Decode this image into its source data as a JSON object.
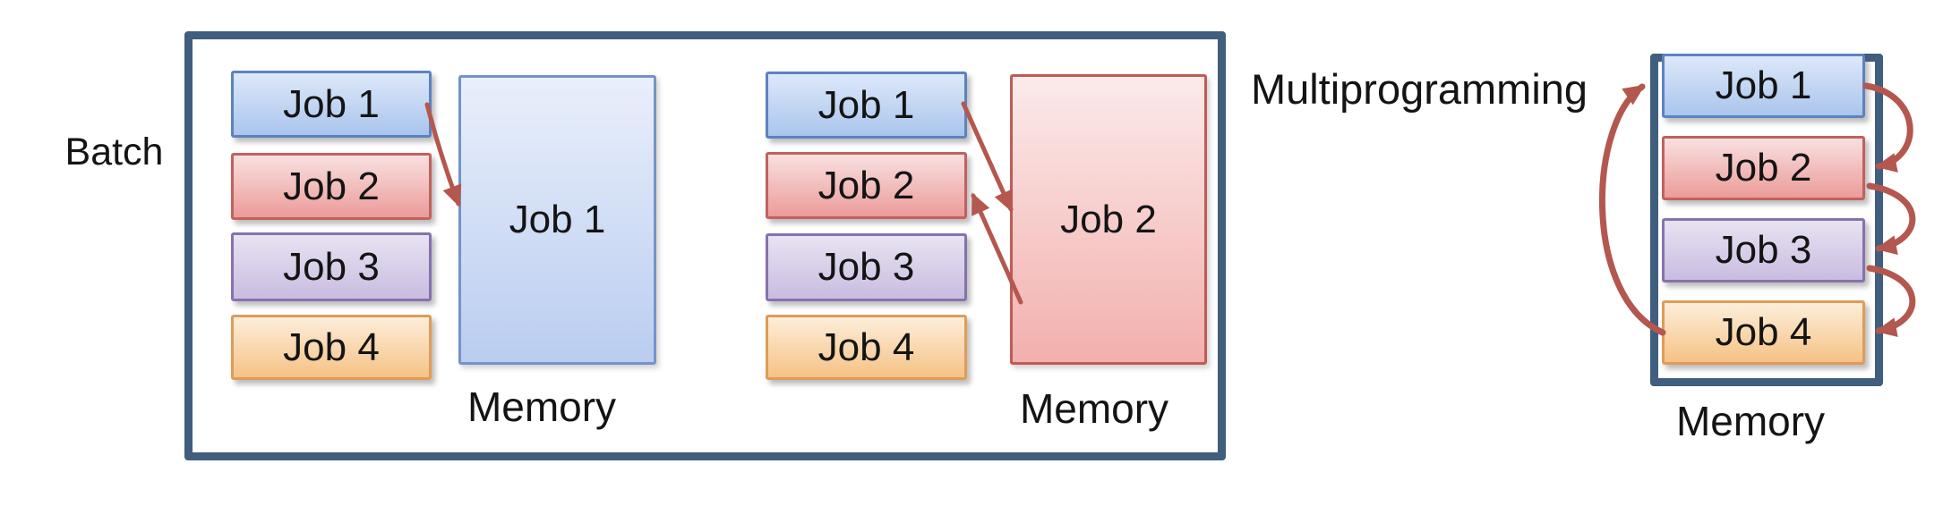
{
  "batch": {
    "label": "Batch",
    "stages": [
      {
        "queue": [
          "Job 1",
          "Job 2",
          "Job 3",
          "Job 4"
        ],
        "memory_resident_job": "Job 1",
        "memory_label": "Memory",
        "arrows": [
          {
            "from": "Job 1",
            "to": "Memory"
          }
        ]
      },
      {
        "queue": [
          "Job 1",
          "Job 2",
          "Job 3",
          "Job 4"
        ],
        "memory_resident_job": "Job 2",
        "memory_label": "Memory",
        "arrows": [
          {
            "from": "Job 1",
            "to": "Memory"
          },
          {
            "from": "Memory",
            "to": "Job 2"
          }
        ]
      }
    ]
  },
  "multiprogramming": {
    "label": "Multiprogramming",
    "memory_jobs": [
      "Job 1",
      "Job 2",
      "Job 3",
      "Job 4"
    ],
    "memory_label": "Memory",
    "arrows": [
      {
        "from": "Job 1",
        "to": "Job 2"
      },
      {
        "from": "Job 2",
        "to": "Job 3"
      },
      {
        "from": "Job 3",
        "to": "Job 4"
      },
      {
        "from": "Job 4",
        "to": "Job 1"
      }
    ]
  },
  "colors": {
    "panel_border": "#405e7d",
    "arrow": "#b4574e",
    "job1_blue_fill": "#aac5ec",
    "job2_red_fill": "#eb9c99",
    "job3_purple_fill": "#c9bce0",
    "job4_orange_fill": "#f5c285",
    "memory_blue_fill": "#bacdf0",
    "memory_pink_fill": "#f2b0ad",
    "text": "#141414"
  }
}
